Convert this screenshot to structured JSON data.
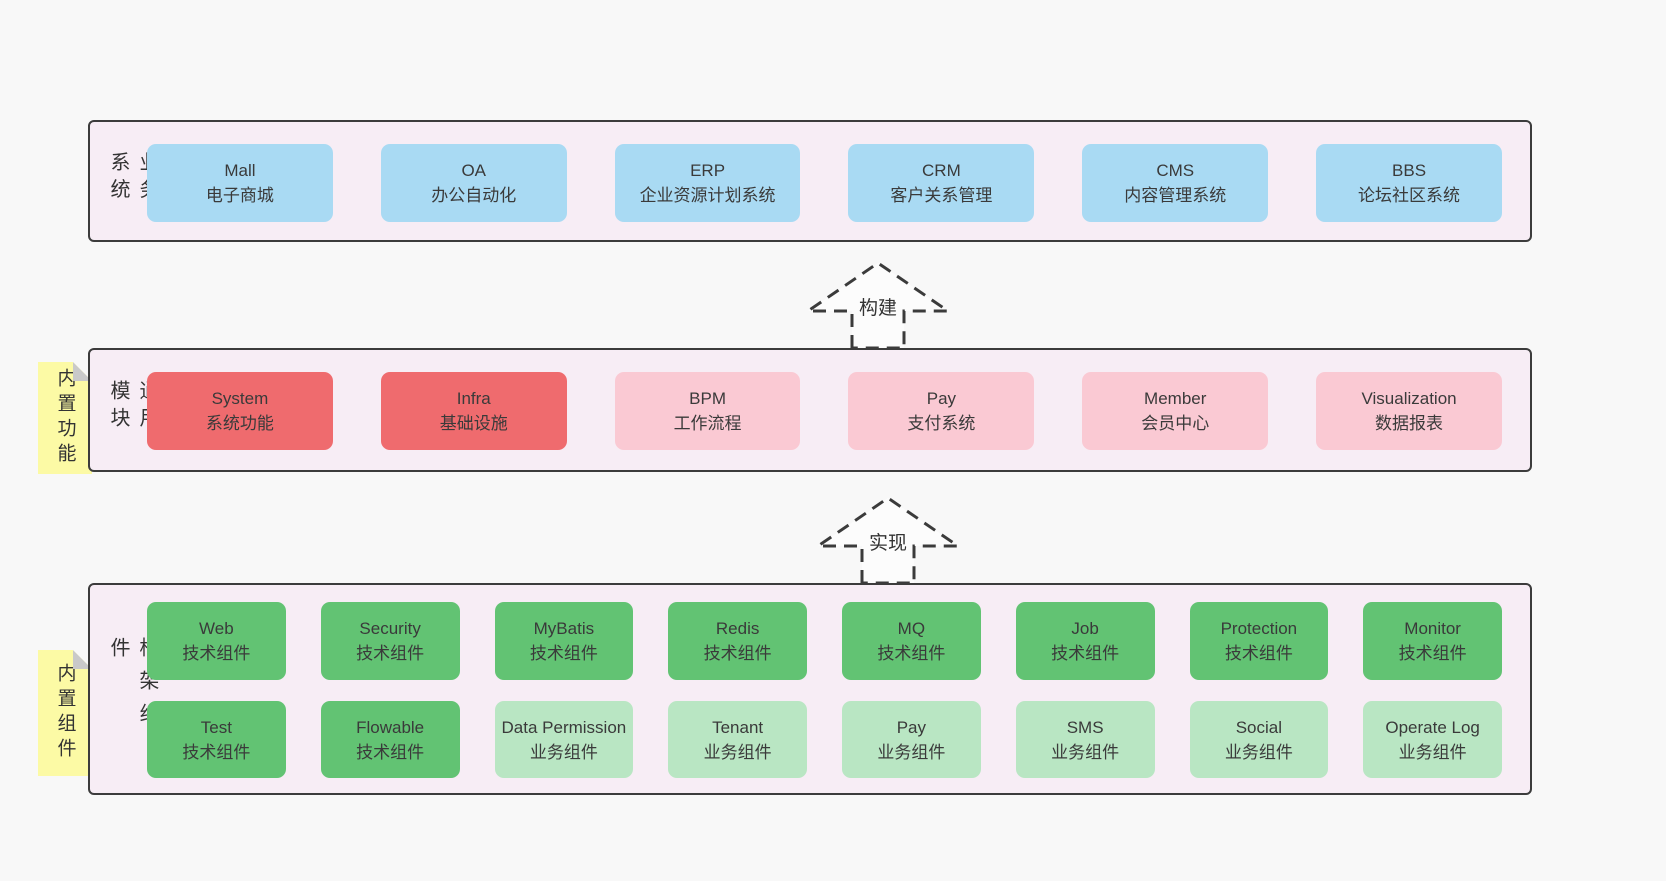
{
  "palette": {
    "page_background": "#f8f8f8",
    "band_background": "#f7edf5",
    "band_border": "#3c3c3c",
    "business_box": "#a9daf3",
    "core_module_box": "#ef6b6e",
    "optional_module_box": "#fac9d3",
    "tech_component_box": "#62c373",
    "biz_component_box": "#b9e6c3",
    "sticky_note": "#fcfaa5",
    "note_fold": "#c9c9c9",
    "text": "#3a3a3a"
  },
  "notes": [
    {
      "label": "内置功能"
    },
    {
      "label": "内置组件"
    }
  ],
  "arrows": [
    {
      "label": "构建"
    },
    {
      "label": "实现"
    }
  ],
  "bands": [
    {
      "label": "业务系统",
      "items": [
        {
          "en": "Mall",
          "zh": "电子商城"
        },
        {
          "en": "OA",
          "zh": "办公自动化"
        },
        {
          "en": "ERP",
          "zh": "企业资源计划系统"
        },
        {
          "en": "CRM",
          "zh": "客户关系管理"
        },
        {
          "en": "CMS",
          "zh": "内容管理系统"
        },
        {
          "en": "BBS",
          "zh": "论坛社区系统"
        }
      ]
    },
    {
      "label": "通用模块",
      "items": [
        {
          "en": "System",
          "zh": "系统功能"
        },
        {
          "en": "Infra",
          "zh": "基础设施"
        },
        {
          "en": "BPM",
          "zh": "工作流程"
        },
        {
          "en": "Pay",
          "zh": "支付系统"
        },
        {
          "en": "Member",
          "zh": "会员中心"
        },
        {
          "en": "Visualization",
          "zh": "数据报表"
        }
      ]
    },
    {
      "label": "框架组件",
      "row1": [
        {
          "en": "Web",
          "zh": "技术组件"
        },
        {
          "en": "Security",
          "zh": "技术组件"
        },
        {
          "en": "MyBatis",
          "zh": "技术组件"
        },
        {
          "en": "Redis",
          "zh": "技术组件"
        },
        {
          "en": "MQ",
          "zh": "技术组件"
        },
        {
          "en": "Job",
          "zh": "技术组件"
        },
        {
          "en": "Protection",
          "zh": "技术组件"
        },
        {
          "en": "Monitor",
          "zh": "技术组件"
        }
      ],
      "row2": [
        {
          "en": "Test",
          "zh": "技术组件"
        },
        {
          "en": "Flowable",
          "zh": "技术组件"
        },
        {
          "en": "Data Permission",
          "zh": "业务组件"
        },
        {
          "en": "Tenant",
          "zh": "业务组件"
        },
        {
          "en": "Pay",
          "zh": "业务组件"
        },
        {
          "en": "SMS",
          "zh": "业务组件"
        },
        {
          "en": "Social",
          "zh": "业务组件"
        },
        {
          "en": "Operate Log",
          "zh": "业务组件"
        }
      ]
    }
  ]
}
